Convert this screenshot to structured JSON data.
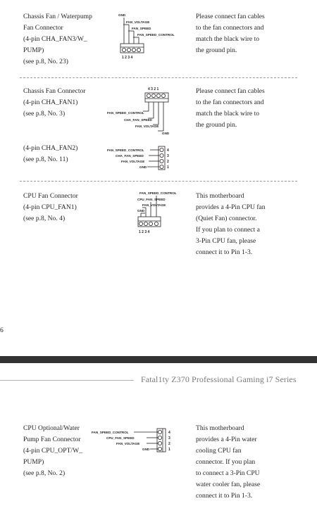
{
  "sections": {
    "chassis_pump": {
      "title": "Chassis Fan / Waterpump",
      "lines": [
        "Fan Connector",
        "(4-pin CHA_FAN3/W_",
        "PUMP)",
        "(see p.8, No. 23)"
      ],
      "desc": [
        "Please connect fan cables",
        "to the fan connectors and",
        "match the black wire to",
        "the ground pin."
      ],
      "pins": {
        "gnd": "GND",
        "voltage": "FAN_VOLTAGE",
        "speed": "FAN_SPEED",
        "control": "FAN_SPEED_CONTROL",
        "numbers": "1  2  3  4"
      }
    },
    "chassis_fan1": {
      "title": "Chassis Fan Connector",
      "lines": [
        "(4-pin CHA_FAN1)",
        "(see p.8, No. 3)"
      ],
      "desc": [
        "Please connect fan cables",
        "to the fan connectors and",
        "match the black wire to",
        "the ground pin."
      ],
      "pins": {
        "numbers": "4  3  2  1",
        "control": "FAN_SPEED_CONTROL",
        "speed": "CHA_FAN_SPEED",
        "voltage": "FAN_VOLTAGE",
        "gnd": "GND"
      }
    },
    "chassis_fan2": {
      "lines": [
        "(4-pin CHA_FAN2)",
        "(see p.8, No. 11)"
      ],
      "pins": {
        "control": "FAN_SPEED_CONTROL",
        "speed": "CHA_FAN_SPEED",
        "voltage": "FAN_VOLTAGE",
        "gnd": "GND",
        "n4": "4",
        "n3": "3",
        "n2": "2",
        "n1": "1"
      }
    },
    "cpu_fan": {
      "title": "CPU Fan Connector",
      "lines": [
        "(4-pin CPU_FAN1)",
        "(see p.8, No. 4)"
      ],
      "desc": [
        "This motherboard",
        "provides a 4-Pin CPU fan",
        "(Quiet Fan) connector.",
        "If you plan to connect a",
        "3-Pin CPU fan, please",
        "connect it to Pin 1-3."
      ],
      "pins": {
        "control": "FAN_SPEED_CONTROL",
        "speed": "CPU_FAN_SPEED",
        "voltage": "FAN_VOLTAGE",
        "gnd": "GND",
        "numbers": "1  2  3  4"
      }
    },
    "cpu_opt": {
      "title": "CPU Optional/Water",
      "lines": [
        "Pump Fan Connector",
        "(4-pin CPU_OPT/W_",
        "PUMP)",
        "(see p.8, No. 2)"
      ],
      "desc": [
        "This motherboard",
        "provides a 4-Pin water",
        "cooling CPU fan",
        "connector. If you plan",
        "to connect a 3-Pin CPU",
        "water cooler fan, please",
        "connect it to Pin 1-3."
      ],
      "pins": {
        "control": "FAN_SPEED_CONTROL",
        "speed": "CPU_FAN_SPEED",
        "voltage": "FAN_VOLTAGE",
        "gnd": "GND",
        "n4": "4",
        "n3": "3",
        "n2": "2",
        "n1": "1"
      }
    }
  },
  "footer": {
    "page_number": "6",
    "series_title": "Fatal1ty Z370 Professional Gaming i7 Series"
  }
}
